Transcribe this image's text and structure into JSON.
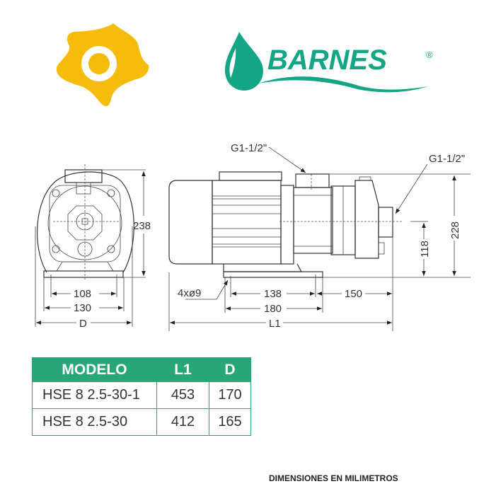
{
  "logos": {
    "brand": "BARNES",
    "registered": "®"
  },
  "front_view": {
    "height": "238",
    "dim_inner": "108",
    "dim_outer": "130",
    "dim_d": "D"
  },
  "side_view": {
    "inlet": "G1-1/2\"",
    "outlet": "G1-1/2\"",
    "holes": "4xø9",
    "dim_138": "138",
    "dim_150": "150",
    "dim_180": "180",
    "dim_l1": "L1",
    "dim_228": "228",
    "dim_118": "118"
  },
  "table": {
    "headers": [
      "MODELO",
      "L1",
      "D"
    ],
    "rows": [
      [
        "HSE 8 2.5-30-1",
        "453",
        "170"
      ],
      [
        "HSE 8 2.5-30",
        "412",
        "165"
      ]
    ]
  },
  "footer": "DIMENSIONES EN MILIMETROS",
  "colors": {
    "green": "#27a678",
    "yellow": "#f6bc0c",
    "brand_green": "#14a585"
  }
}
